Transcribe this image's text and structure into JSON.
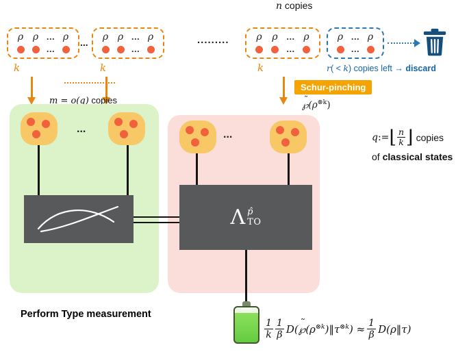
{
  "colors": {
    "orange": "#E8860D",
    "blue_text": "#1565A8",
    "blue_border": "#2878B5",
    "navy": "#174F7C",
    "green_panel": "#DCF3C9",
    "pink_panel": "#FBDEDA",
    "blob": "#F8C766",
    "dot": "#F2613E",
    "box_gray": "#58595B",
    "schur_bg": "#F5A300"
  },
  "top": {
    "n": "n",
    "copies": " copies",
    "rho": "ρ",
    "dots": "...",
    "dots_long": ".........",
    "k": "k"
  },
  "discard": {
    "r": "r",
    "open": "( < ",
    "k": "k",
    "rest": ") copies left → ",
    "bold": "discard"
  },
  "schur": {
    "label": "Schur-pinching",
    "tilde": "˜",
    "script_p": "℘",
    "rho_open": "(ρ",
    "sup": "⊗k",
    "close": ")"
  },
  "green": {
    "m_math": "m = o(q)",
    "copies": " copies"
  },
  "lambda": {
    "symbol": "Λ",
    "sup": "p̂",
    "sub": "TO"
  },
  "qdef": {
    "q": "q",
    "coloneq": " := ",
    "lfloor": "⌊",
    "n": "n",
    "k": "k",
    "rfloor": "⌋",
    "copies": "copies",
    "of": "of ",
    "classical": "classical states"
  },
  "bottom": {
    "perform": "Perform Type measurement"
  },
  "formula": {
    "one": "1",
    "k": "k",
    "beta": "β",
    "d_open": "D(",
    "tilde": "˜",
    "script_p": "℘",
    "rho_open": "(ρ",
    "sup_k1": "⊗k",
    "tau": ")‖τ",
    "sup_k2": "⊗k",
    "close_approx": ") ≈ ",
    "tail": "D(ρ‖τ)"
  }
}
